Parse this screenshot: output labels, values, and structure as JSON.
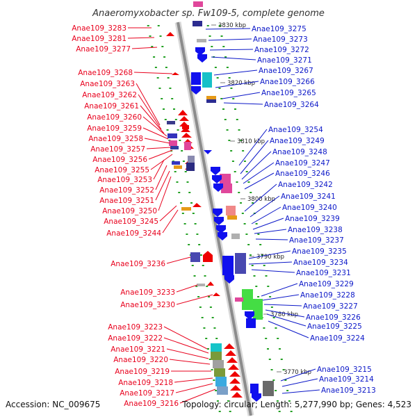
{
  "title": "Anaeromyxobacter sp. Fw109-5, complete genome",
  "footer": {
    "accession": "Accession: NC_009675",
    "summary": "Topology: circular; Length: 5,277,990 bp; Genes: 4,523"
  },
  "colors": {
    "left_label": "#e8001c",
    "right_label": "#0b17c8",
    "axis": "#8c8c8c",
    "forward_gene": "#ee0000",
    "reverse_gene": "#1010ee",
    "tick_dot": "#22a022"
  },
  "ticks": [
    "3830 kbp",
    "3820 kbp",
    "3810 kbp",
    "3800 kbp",
    "3790 kbp",
    "3780 kbp",
    "3770 kbp"
  ],
  "left_labels": [
    "Anae109_3283",
    "Anae109_3281",
    "Anae109_3277",
    "Anae109_3268",
    "Anae109_3263",
    "Anae109_3262",
    "Anae109_3261",
    "Anae109_3260",
    "Anae109_3259",
    "Anae109_3258",
    "Anae109_3257",
    "Anae109_3256",
    "Anae109_3255",
    "Anae109_3253",
    "Anae109_3252",
    "Anae109_3251",
    "Anae109_3250",
    "Anae109_3245",
    "Anae109_3244",
    "Anae109_3236",
    "Anae109_3233",
    "Anae109_3230",
    "Anae109_3223",
    "Anae109_3222",
    "Anae109_3221",
    "Anae109_3220",
    "Anae109_3219",
    "Anae109_3218",
    "Anae109_3217",
    "Anae109_3216"
  ],
  "right_labels": [
    "Anae109_3275",
    "Anae109_3273",
    "Anae109_3272",
    "Anae109_3271",
    "Anae109_3267",
    "Anae109_3266",
    "Anae109_3265",
    "Anae109_3264",
    "Anae109_3254",
    "Anae109_3249",
    "Anae109_3248",
    "Anae109_3247",
    "Anae109_3246",
    "Anae109_3242",
    "Anae109_3241",
    "Anae109_3240",
    "Anae109_3239",
    "Anae109_3238",
    "Anae109_3237",
    "Anae109_3235",
    "Anae109_3234",
    "Anae109_3231",
    "Anae109_3229",
    "Anae109_3228",
    "Anae109_3227",
    "Anae109_3226",
    "Anae109_3225",
    "Anae109_3224",
    "Anae109_3215",
    "Anae109_3214",
    "Anae109_3213"
  ]
}
